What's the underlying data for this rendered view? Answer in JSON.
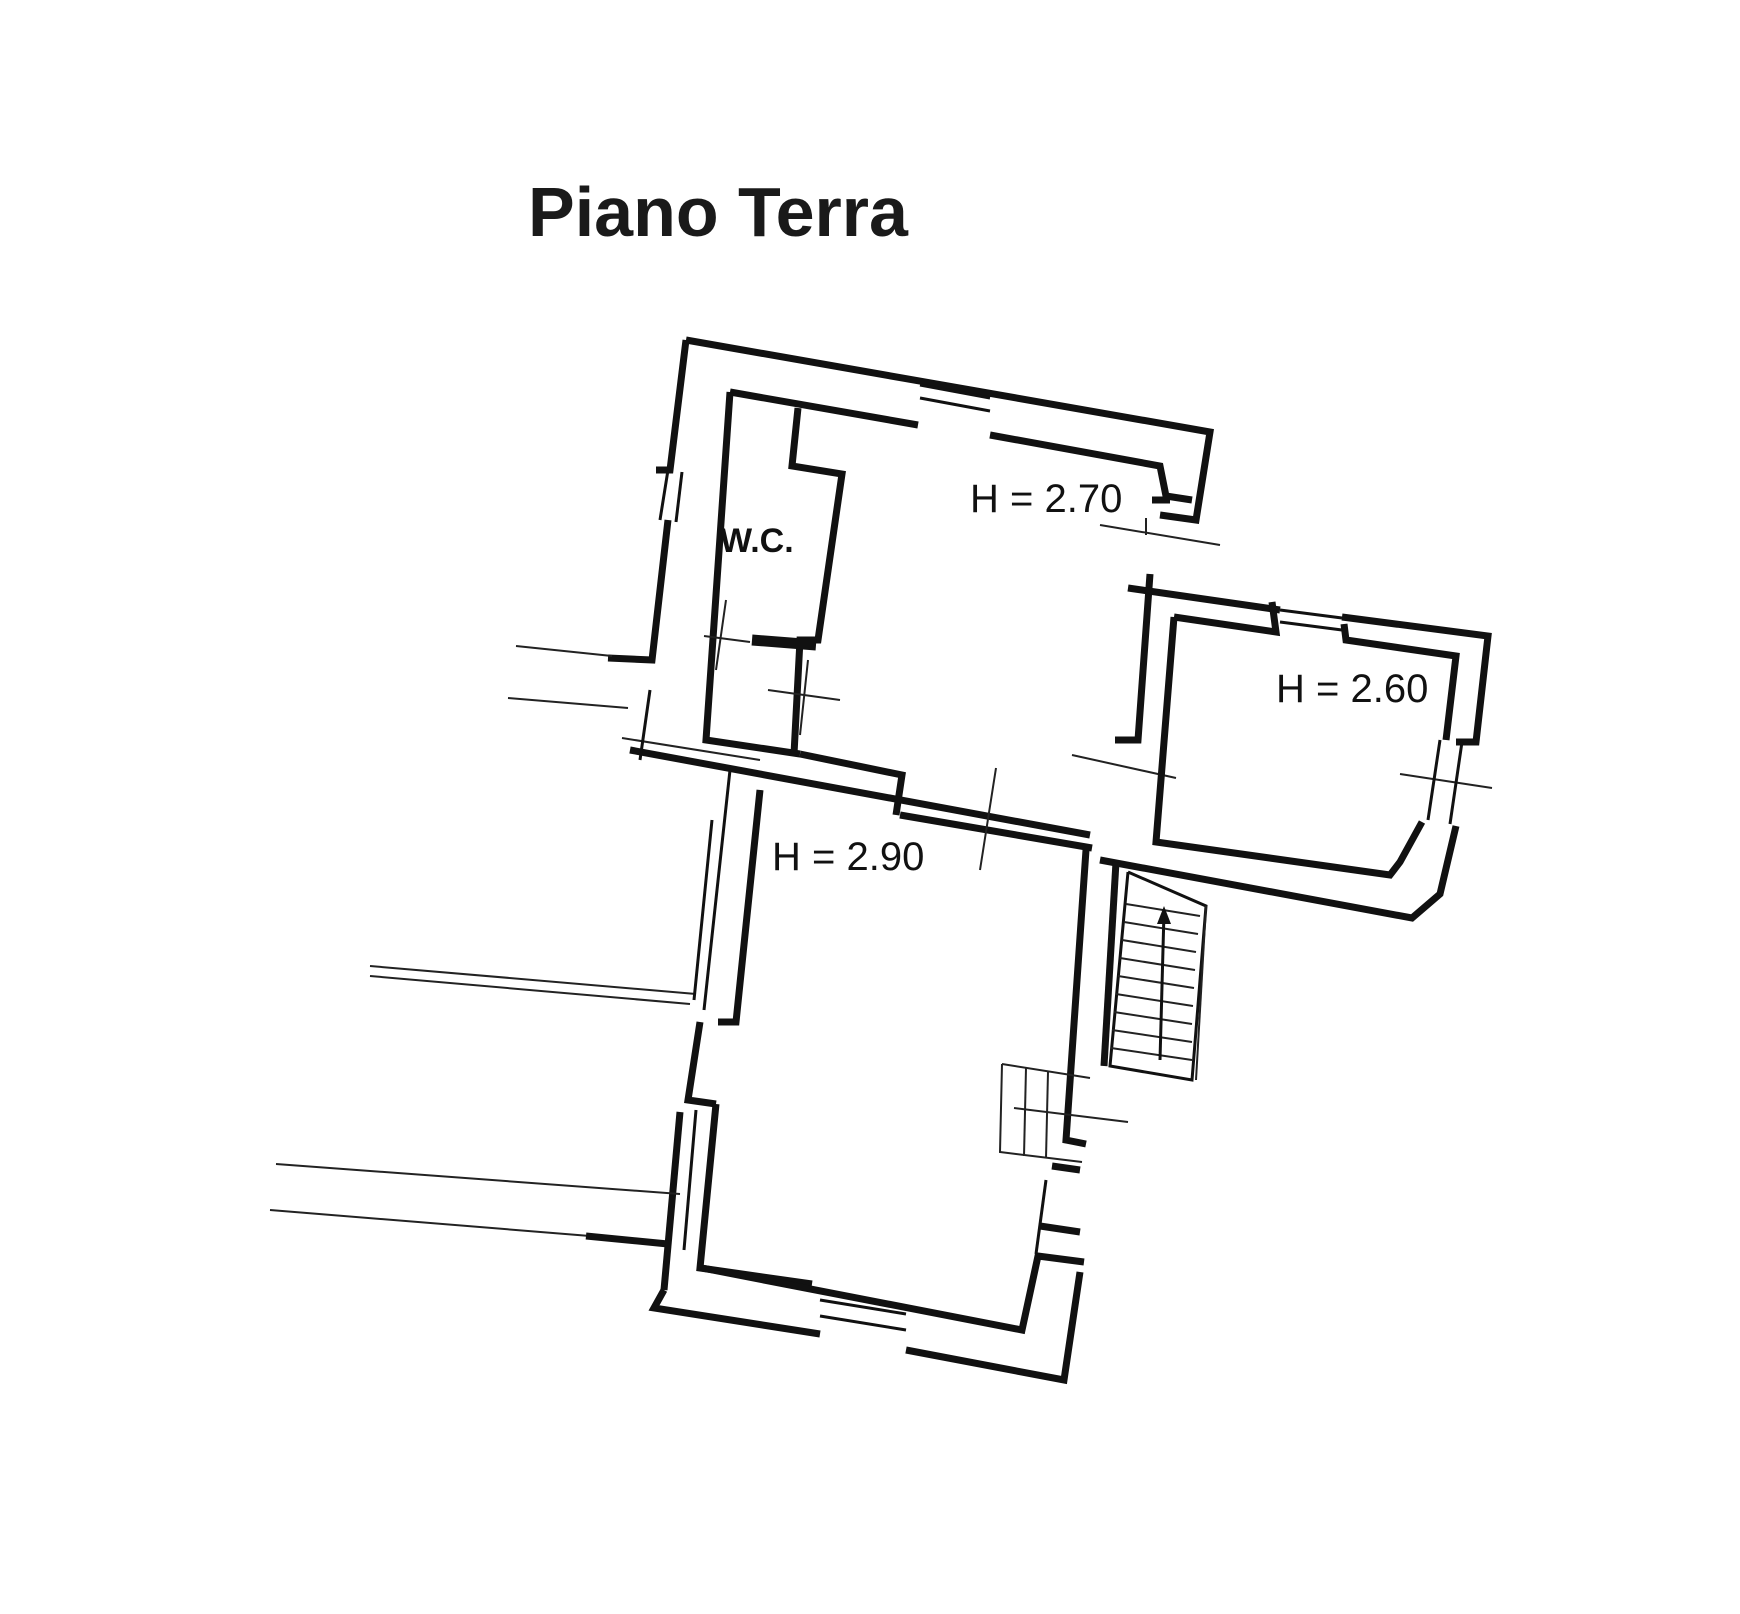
{
  "title": "Piano Terra",
  "rooms": [
    {
      "id": "wc",
      "label": "W.C."
    },
    {
      "id": "upper-room",
      "label": "H = 2.70"
    },
    {
      "id": "side-room",
      "label": "H = 2.60"
    },
    {
      "id": "lower-room",
      "label": "H = 2.90"
    }
  ],
  "colors": {
    "line": "#111111",
    "background": "#ffffff"
  }
}
